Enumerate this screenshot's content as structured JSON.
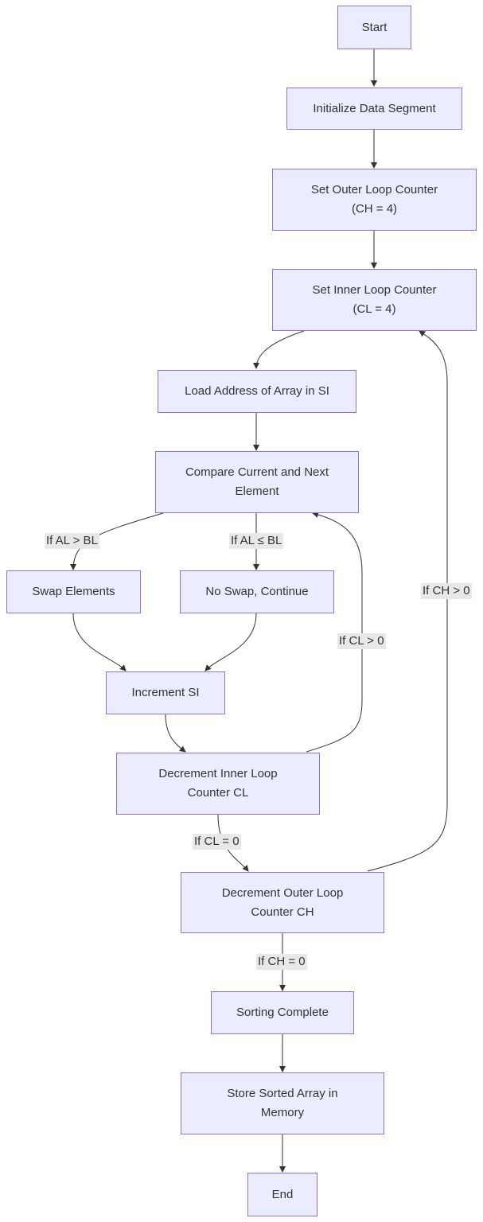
{
  "nodes": {
    "start": "Start",
    "init": "Initialize Data Segment",
    "outer": "Set Outer Loop Counter\n(CH = 4)",
    "inner": "Set Inner Loop Counter\n(CL = 4)",
    "load": "Load Address of Array in SI",
    "compare": "Compare Current and Next\nElement",
    "swap": "Swap Elements",
    "noswap": "No Swap, Continue",
    "inc": "Increment SI",
    "dec_inner": "Decrement Inner Loop\nCounter CL",
    "dec_outer": "Decrement Outer Loop\nCounter CH",
    "complete": "Sorting Complete",
    "store": "Store Sorted Array in\nMemory",
    "end": "End"
  },
  "edge_labels": {
    "al_gt_bl": "If AL > BL",
    "al_le_bl": "If AL ≤ BL",
    "cl_gt_0": "If CL > 0",
    "ch_gt_0": "If CH > 0",
    "cl_eq_0": "If CL = 0",
    "ch_eq_0": "If CH = 0"
  }
}
